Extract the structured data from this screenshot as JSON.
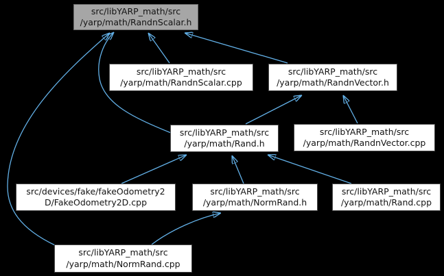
{
  "diagram": {
    "kind": "include-dependency-graph",
    "description": "Files that directly or indirectly include RandnScalar.h"
  },
  "colors": {
    "background": "#000000",
    "edge": "#63b1e8",
    "node_fill": "#ffffff",
    "node_border": "#4a4a4a",
    "highlight_fill": "#a6a6a6",
    "highlight_border": "#6e6e6e",
    "text": "#131313"
  },
  "nodes": {
    "randnscalar_h": {
      "line1": "src/libYARP_math/src",
      "line2": "/yarp/math/RandnScalar.h",
      "highlighted": true
    },
    "randnscalar_cpp": {
      "line1": "src/libYARP_math/src",
      "line2": "/yarp/math/RandnScalar.cpp",
      "highlighted": false
    },
    "randnvector_h": {
      "line1": "src/libYARP_math/src",
      "line2": "/yarp/math/RandnVector.h",
      "highlighted": false
    },
    "rand_h": {
      "line1": "src/libYARP_math/src",
      "line2": "/yarp/math/Rand.h",
      "highlighted": false
    },
    "randnvector_cpp": {
      "line1": "src/libYARP_math/src",
      "line2": "/yarp/math/RandnVector.cpp",
      "highlighted": false
    },
    "fakeodometry2d_cpp": {
      "line1": "src/devices/fake/fakeOdometry2",
      "line2": "D/FakeOdometry2D.cpp",
      "highlighted": false
    },
    "normrand_h": {
      "line1": "src/libYARP_math/src",
      "line2": "/yarp/math/NormRand.h",
      "highlighted": false
    },
    "rand_cpp": {
      "line1": "src/libYARP_math/src",
      "line2": "/yarp/math/Rand.cpp",
      "highlighted": false
    },
    "normrand_cpp": {
      "line1": "src/libYARP_math/src",
      "line2": "/yarp/math/NormRand.cpp",
      "highlighted": false
    }
  },
  "edges": [
    {
      "from": "randnscalar_cpp",
      "to": "randnscalar_h"
    },
    {
      "from": "randnvector_h",
      "to": "randnscalar_h"
    },
    {
      "from": "rand_h",
      "to": "randnscalar_h"
    },
    {
      "from": "normrand_cpp",
      "to": "randnscalar_h"
    },
    {
      "from": "rand_h",
      "to": "randnvector_h"
    },
    {
      "from": "randnvector_cpp",
      "to": "randnvector_h"
    },
    {
      "from": "fakeodometry2d_cpp",
      "to": "rand_h"
    },
    {
      "from": "normrand_h",
      "to": "rand_h"
    },
    {
      "from": "rand_cpp",
      "to": "rand_h"
    },
    {
      "from": "normrand_cpp",
      "to": "normrand_h"
    }
  ]
}
